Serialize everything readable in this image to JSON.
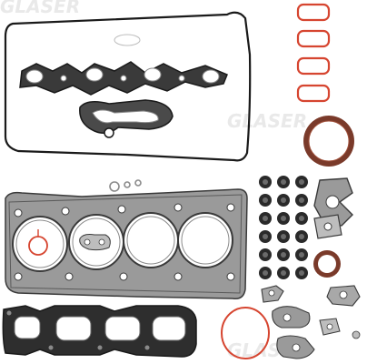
{
  "image": {
    "subject": "Engine gasket set product photo",
    "watermarks": [
      "GLASER",
      "GLASER",
      "GLASER"
    ],
    "colors": {
      "background": "#ffffff",
      "black_gasket": "#1a1a1a",
      "dark_gray": "#3a3a3a",
      "mid_gray": "#8a8a8a",
      "metal_gray": "#9e9e9e",
      "light_metal": "#cfcfcf",
      "red_seal": "#d64530",
      "brown_seal": "#7a3a2a",
      "watermark": "#e8e8e8"
    }
  }
}
